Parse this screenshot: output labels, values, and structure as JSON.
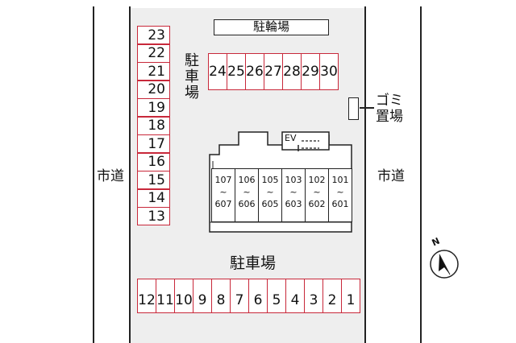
{
  "bike_parking": "駐輪場",
  "parking_vertical": [
    "駐",
    "車",
    "場"
  ],
  "parking_main": "駐車場",
  "road_left": "市道",
  "road_right": "市道",
  "garbage": [
    "ゴミ",
    "置場"
  ],
  "ev_label": "EV",
  "compass": "N",
  "left_column_slots": [
    "23",
    "22",
    "21",
    "20",
    "19",
    "18",
    "17",
    "16",
    "15",
    "14",
    "13"
  ],
  "top_row_slots": [
    "24",
    "25",
    "26",
    "27",
    "28",
    "29",
    "30"
  ],
  "bottom_row_slots": [
    "12",
    "11",
    "10",
    "9",
    "8",
    "7",
    "6",
    "5",
    "4",
    "3",
    "2",
    "1"
  ],
  "units": [
    {
      "top": "107",
      "sep": "~",
      "bottom": "607"
    },
    {
      "top": "106",
      "sep": "~",
      "bottom": "606"
    },
    {
      "top": "105",
      "sep": "~",
      "bottom": "605"
    },
    {
      "top": "103",
      "sep": "~",
      "bottom": "603"
    },
    {
      "top": "102",
      "sep": "~",
      "bottom": "602"
    },
    {
      "top": "101",
      "sep": "~",
      "bottom": "601"
    }
  ],
  "colors": {
    "slot_border": "#c8283a",
    "lot_bg": "#eeeeee",
    "line": "#222222"
  }
}
